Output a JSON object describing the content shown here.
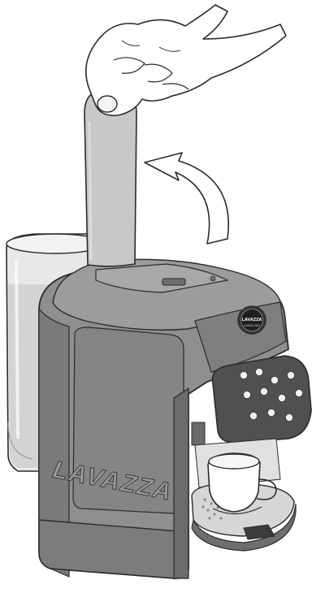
{
  "brand": {
    "logo_text": "LAVAZZA",
    "badge_text": "LAVAZZA",
    "badge_subtext": "A MODO MIO"
  },
  "scene": {
    "action": "lift lid"
  },
  "colors": {
    "machine_body": "#8f8f8f",
    "machine_shadow": "#6e6e6e",
    "machine_dark": "#505050",
    "lid_strip": "#c8c8c8",
    "tank_glass": "#e6e6e6",
    "water": "#d2d2d2",
    "cup": "#ffffff",
    "outline": "#2b2b2b",
    "arrow": "#ffffff"
  }
}
